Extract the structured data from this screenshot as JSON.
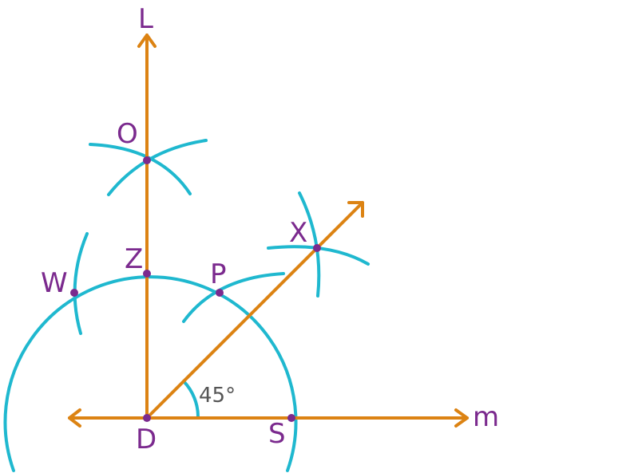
{
  "labels": {
    "L": "L",
    "m": "m",
    "O": "O",
    "X": "X",
    "Z": "Z",
    "P": "P",
    "W": "W",
    "D": "D",
    "S": "S"
  },
  "angle_label": "45°",
  "colors": {
    "construction_arcs": "#1fb8cf",
    "rays": "#dc8313",
    "points_and_labels": "#7b2a8e",
    "angle_text": "#555555"
  }
}
